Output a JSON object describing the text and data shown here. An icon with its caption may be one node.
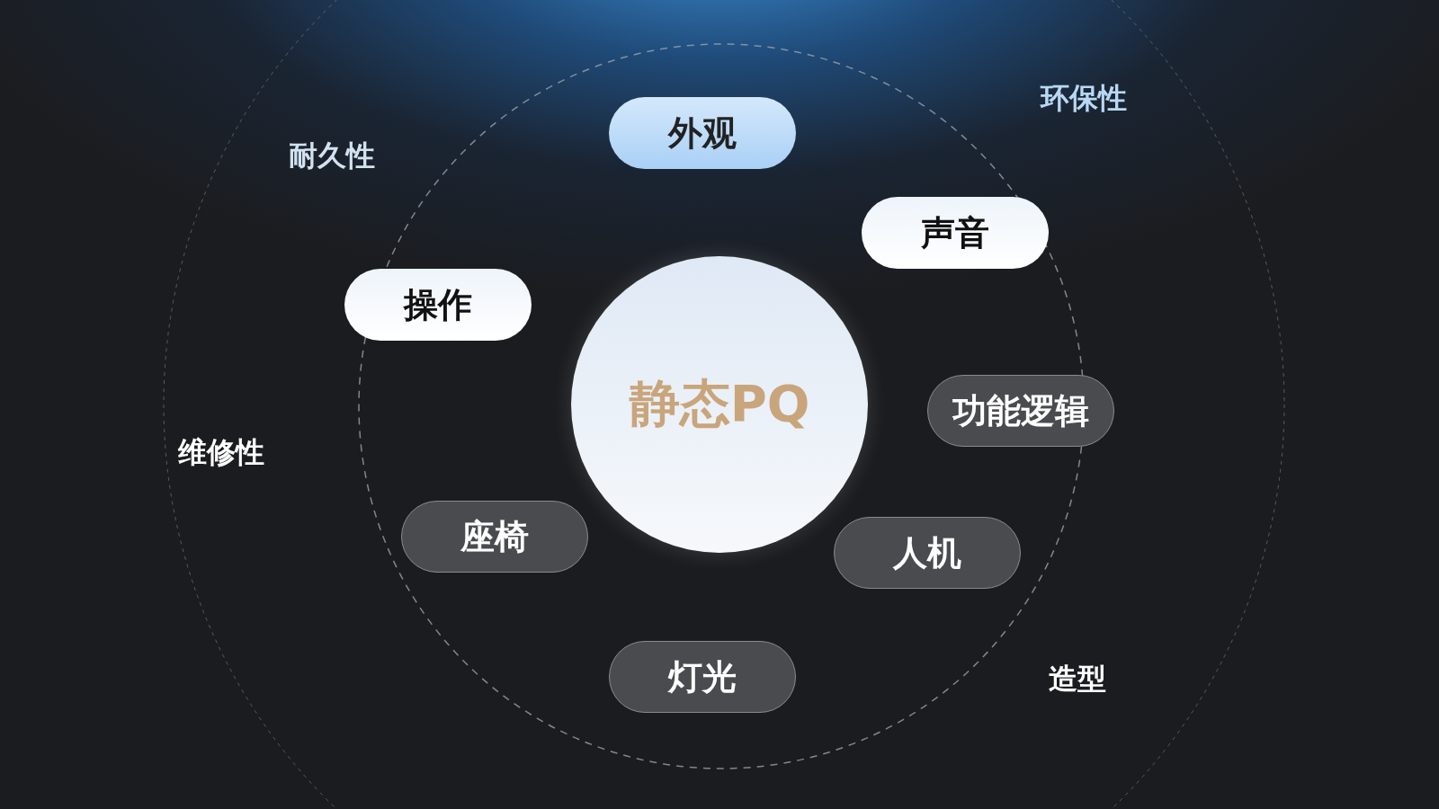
{
  "diagram": {
    "nodes": [
      {
        "text": [
          "静态PQ"
        ]
      },
      {
        "text": [
          "外观"
        ]
      },
      {
        "text": [
          "声音"
        ]
      },
      {
        "text": [
          "操作"
        ]
      },
      {
        "text": [
          "功能逻辑"
        ]
      },
      {
        "text": [
          "座椅"
        ]
      },
      {
        "text": [
          "人机"
        ]
      },
      {
        "text": [
          "灯光"
        ]
      }
    ],
    "labels": [
      "环保性",
      "耐久性",
      "维修性",
      "造型"
    ]
  }
}
